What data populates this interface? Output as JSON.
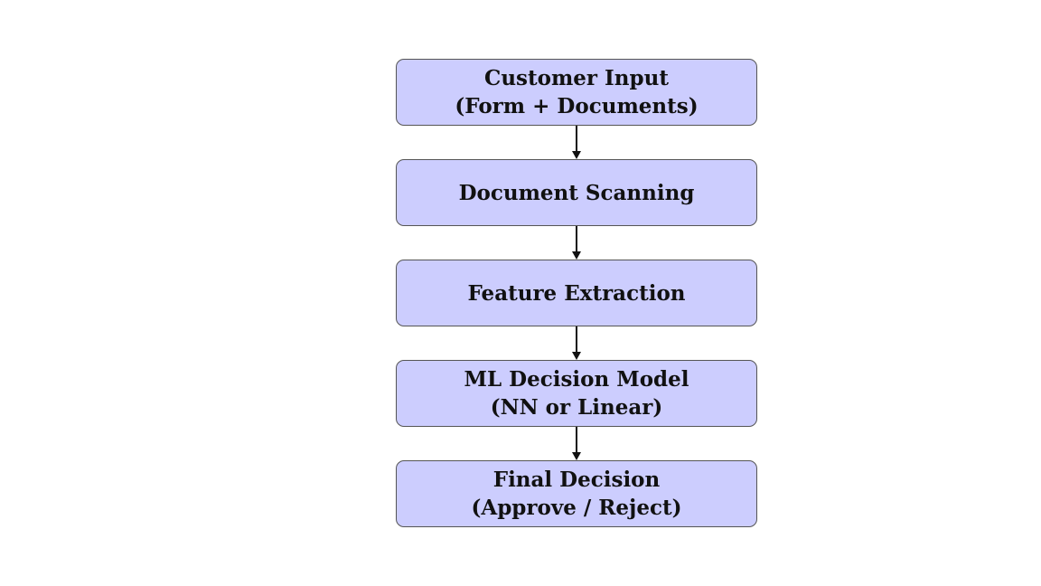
{
  "diagram": {
    "nodes": [
      {
        "line1": "Customer Input",
        "line2": "(Form + Documents)"
      },
      {
        "line1": "Document Scanning",
        "line2": ""
      },
      {
        "line1": "Feature Extraction",
        "line2": ""
      },
      {
        "line1": "ML Decision Model",
        "line2": "(NN or Linear)"
      },
      {
        "line1": "Final Decision",
        "line2": "(Approve / Reject)"
      }
    ],
    "colors": {
      "node_fill": "#cccdfe",
      "node_border": "#555555",
      "arrow": "#111111",
      "text": "#111111"
    }
  }
}
